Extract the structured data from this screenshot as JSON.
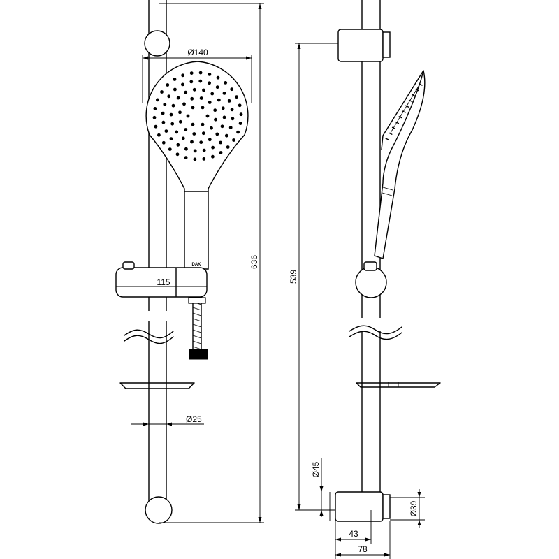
{
  "dimensions": {
    "head_diameter": "Ø140",
    "total_height": "636",
    "holder_width": "115",
    "rail_diameter": "Ø25",
    "bracket_spacing": "539",
    "bracket_diameter": "Ø45",
    "bracket_height": "Ø39",
    "rail_offset": "43",
    "wall_projection": "78"
  },
  "head_logo": "DAK",
  "colors": {
    "line": "#000000",
    "background": "#ffffff"
  }
}
